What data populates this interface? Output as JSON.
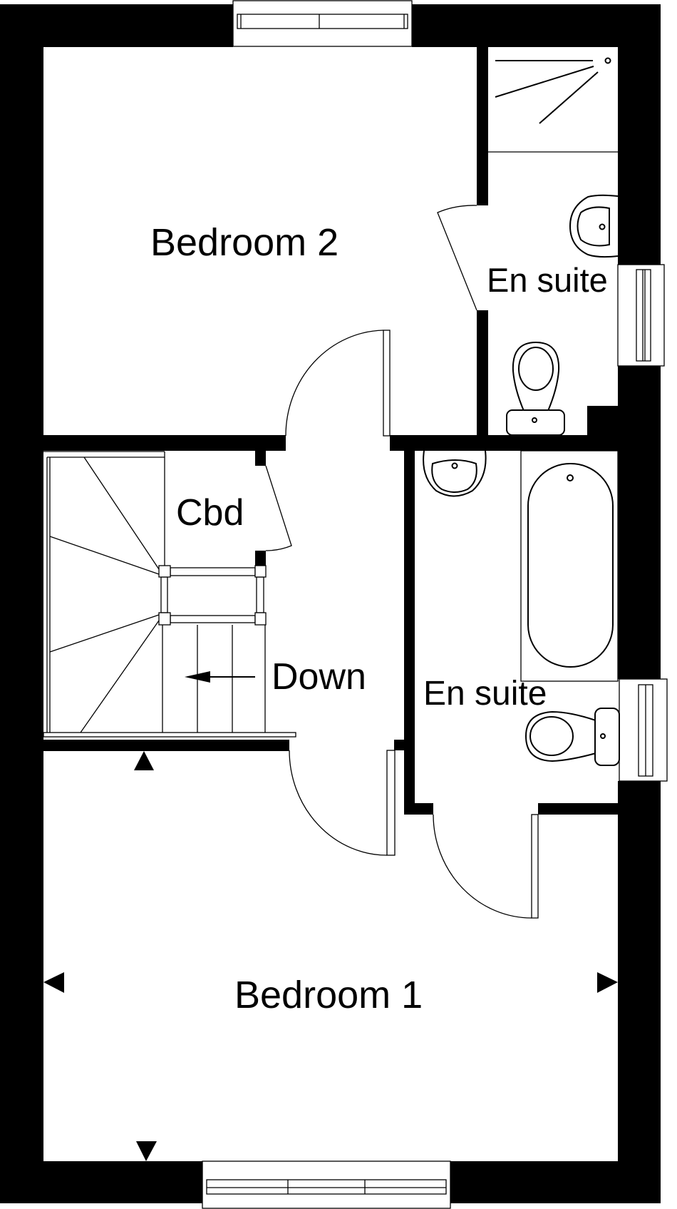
{
  "plan": {
    "rooms": {
      "bedroom_2": "Bedroom 2",
      "en_suite_upper": "En suite",
      "cupboard": "Cbd",
      "stairs_direction": "Down",
      "en_suite_lower": "En suite",
      "bedroom_1": "Bedroom 1"
    },
    "colors": {
      "wall": "#000000",
      "background": "#ffffff"
    }
  }
}
